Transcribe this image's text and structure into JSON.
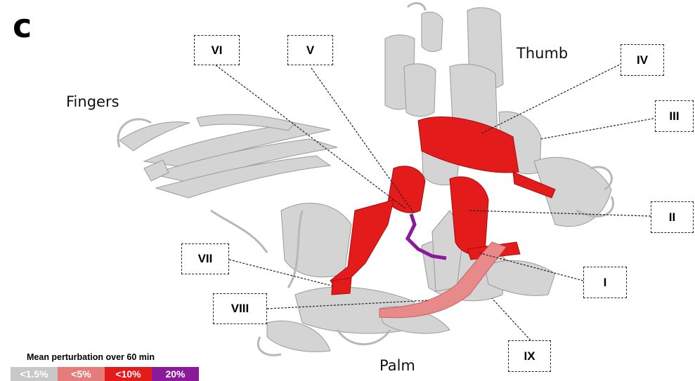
{
  "panel_letter": "c",
  "regions": {
    "thumb": "Thumb",
    "fingers": "Fingers",
    "palm": "Palm"
  },
  "labels": {
    "I": "I",
    "II": "II",
    "III": "III",
    "IV": "IV",
    "V": "V",
    "VI": "VI",
    "VII": "VII",
    "VIII": "VIII",
    "IX": "IX"
  },
  "legend": {
    "title": "Mean perturbation over 60 min",
    "items": [
      {
        "label": "<1.5%",
        "color": "#c8c8c8"
      },
      {
        "label": "<5%",
        "color": "#e57c7c"
      },
      {
        "label": "<10%",
        "color": "#e41b1b"
      },
      {
        "label": "20%",
        "color": "#8b1a9a"
      }
    ]
  },
  "colors": {
    "protein_grey": "#cfcfcf",
    "red": "#e41b1b",
    "pink": "#e88a8a",
    "purple": "#8b1a9a"
  }
}
